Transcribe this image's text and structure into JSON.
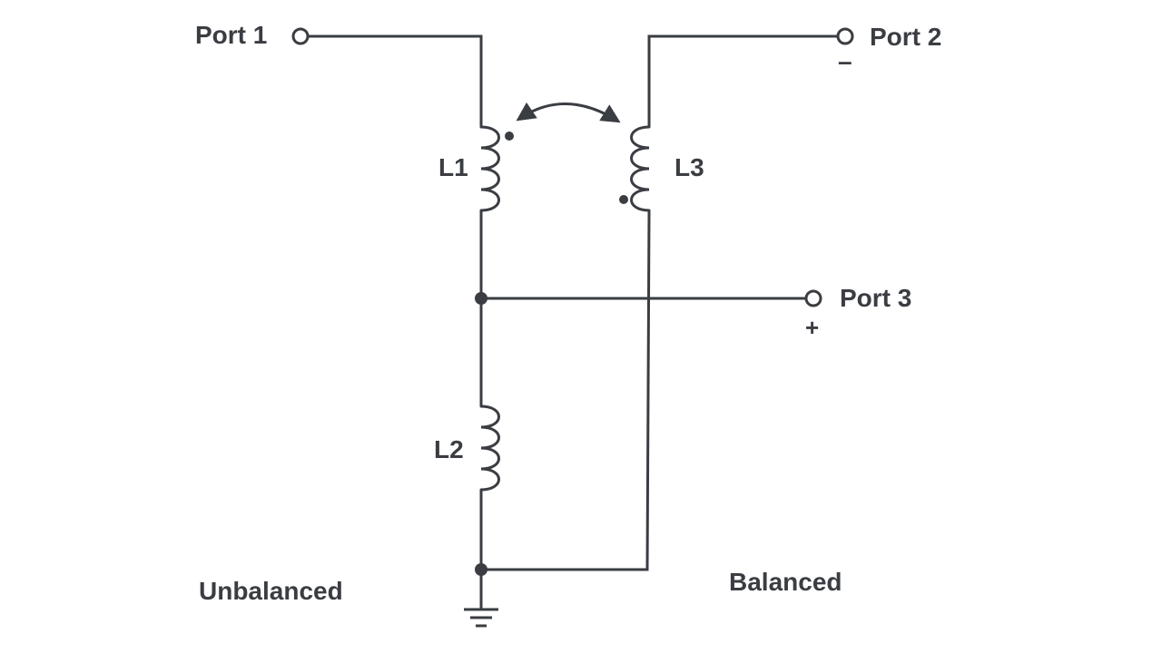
{
  "ports": {
    "port1": "Port 1",
    "port2": "Port 2",
    "port3": "Port 3"
  },
  "polarity": {
    "port2": "–",
    "port3": "+"
  },
  "inductors": {
    "l1": "L1",
    "l2": "L2",
    "l3": "L3"
  },
  "sections": {
    "unbalanced": "Unbalanced",
    "balanced": "Balanced"
  },
  "colors": {
    "line": "#3a3d42",
    "background": "#ffffff"
  }
}
